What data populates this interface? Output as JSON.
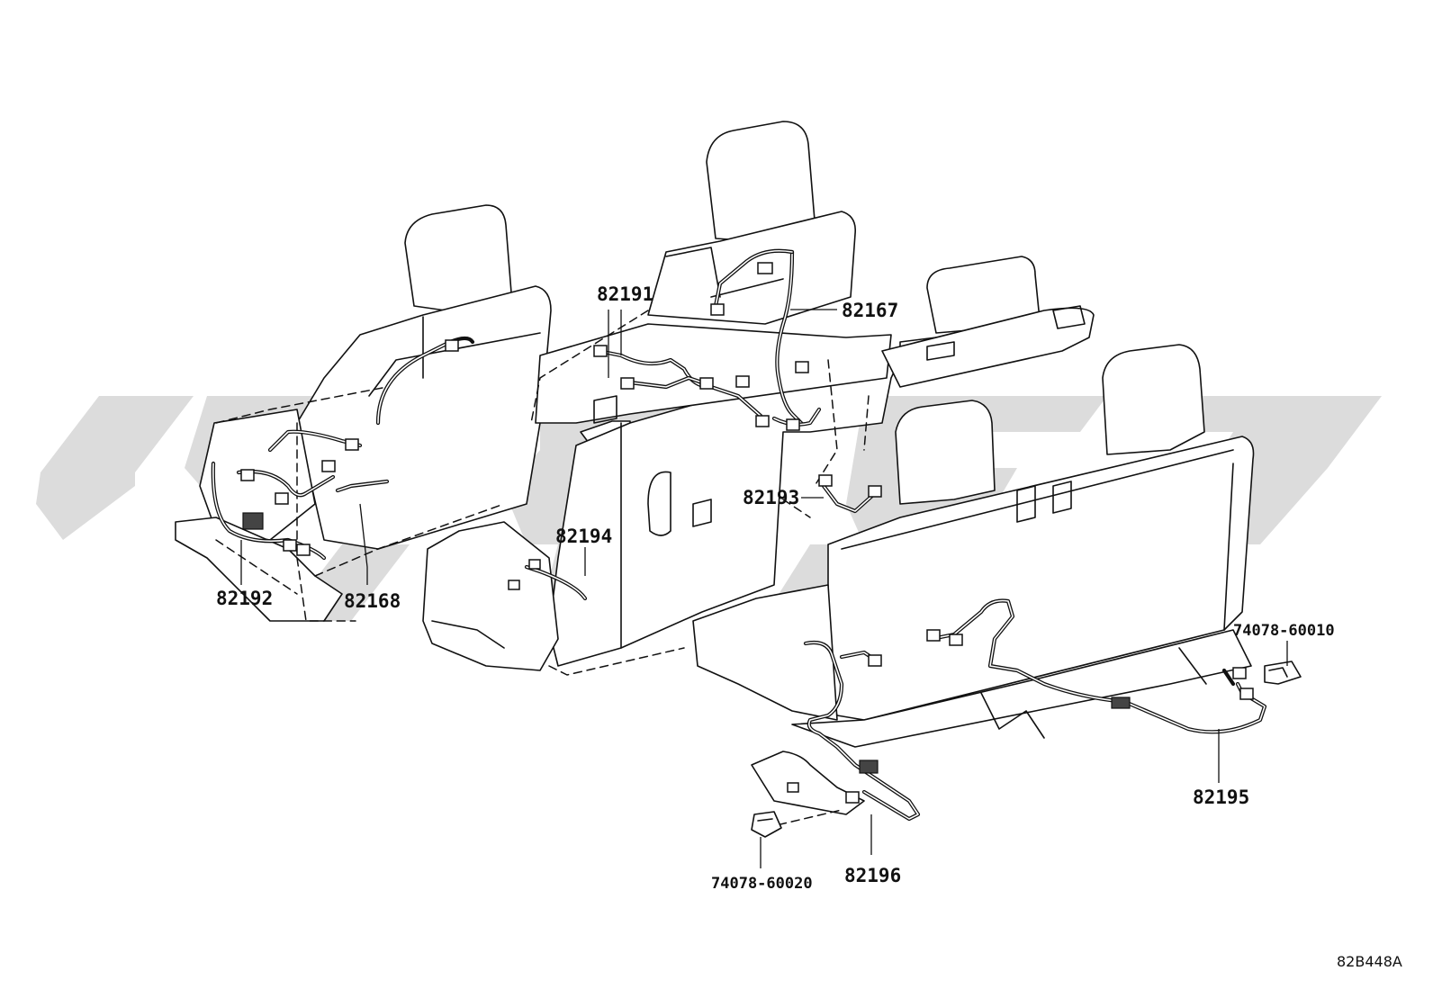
{
  "diagram": {
    "part_labels": {
      "p82191": "82191",
      "p82167": "82167",
      "p82193": "82193",
      "p82194": "82194",
      "p82192": "82192",
      "p82168": "82168",
      "p82195": "82195",
      "p82196": "82196",
      "p74078_60010": "74078-60010",
      "p74078_60020": "74078-60020"
    },
    "drawing_code": "82B448A"
  },
  "colors": {
    "line": "#111111",
    "watermark": "#dcdcdc",
    "background": "#ffffff"
  }
}
